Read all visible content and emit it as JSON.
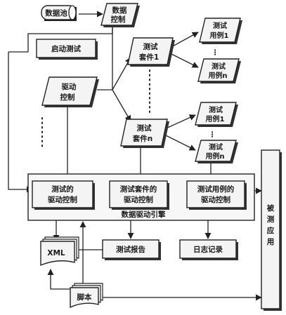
{
  "nodes": {
    "data_pool": "数据池",
    "data_control": [
      "数据",
      "控制"
    ],
    "start_test": "启动测试",
    "driver_control": [
      "驱动",
      "控制"
    ],
    "suite_1": [
      "测试",
      "套件1"
    ],
    "suite_n": [
      "测试",
      "套件n"
    ],
    "case_1a": [
      "测试",
      "用例1"
    ],
    "case_na": [
      "测试",
      "用例n"
    ],
    "case_1b": [
      "测试",
      "用例1"
    ],
    "case_nb": [
      "测试",
      "用例n"
    ],
    "ellipsis": "⋮",
    "engine_title": "数据驱动引擎",
    "engine_cells": [
      [
        "测试的",
        "驱动控制"
      ],
      [
        "测试套件的",
        "驱动控制"
      ],
      [
        "测试用例的",
        "驱动控制"
      ]
    ],
    "xml": "XML",
    "report": "测试报告",
    "log": "日志记录",
    "script": "脚本",
    "app_under_test": [
      "被",
      "测",
      "应",
      "用"
    ]
  }
}
